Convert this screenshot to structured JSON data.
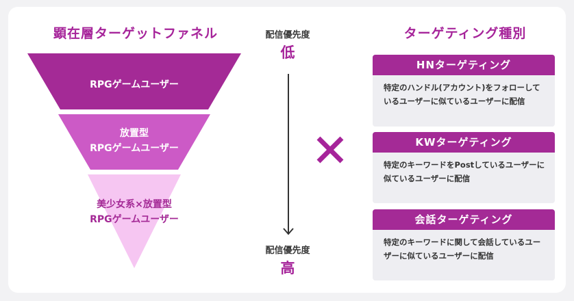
{
  "funnel": {
    "title": "顕在層ターゲットファネル",
    "tiers": [
      {
        "lines": [
          "RPGゲームユーザー"
        ],
        "color": "#a42a96",
        "text_color": "#ffffff"
      },
      {
        "lines": [
          "放置型",
          "RPGゲームユーザー"
        ],
        "color": "#cc5ac6",
        "text_color": "#ffffff"
      },
      {
        "lines": [
          "美少女系×放置型",
          "RPGゲームユーザー"
        ],
        "color": "#f6c6f2",
        "text_color": "#a42a96"
      }
    ]
  },
  "priority": {
    "top_caption": "配信優先度",
    "top_value": "低",
    "bottom_caption": "配信優先度",
    "bottom_value": "高"
  },
  "targeting": {
    "title": "ターゲティング種別",
    "types": [
      {
        "name": "HNターゲティング",
        "description": "特定のハンドル(アカウント)をフォローしているユーザーに似ているユーザーに配信"
      },
      {
        "name": "KWターゲティング",
        "description": "特定のキーワードをPostしているユーザーに似ているユーザーに配信"
      },
      {
        "name": "会話ターゲティング",
        "description": "特定のキーワードに関して会話しているユーザーに似ているユーザーに配信"
      }
    ]
  },
  "colors": {
    "accent": "#a6249a",
    "background": "#f2f2f4",
    "card": "#ffffff",
    "type_box": "#eeeef2"
  },
  "icons": {
    "arrow": "arrow-down-icon",
    "multiply": "cross-icon"
  }
}
